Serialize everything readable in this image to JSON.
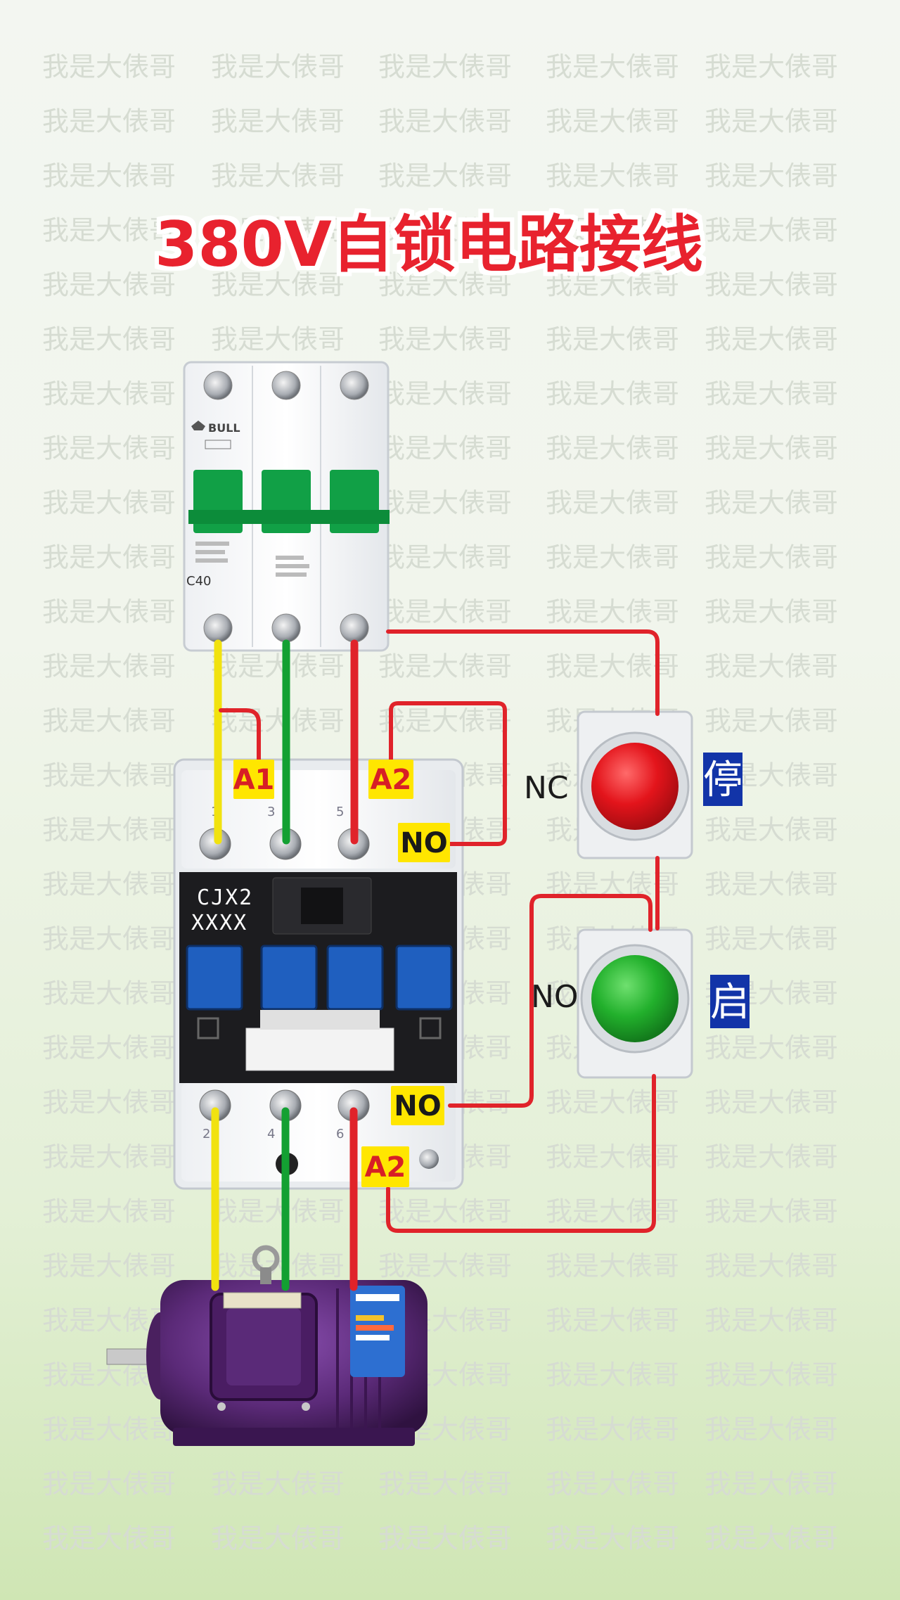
{
  "title": "380V自锁电路接线",
  "watermark": "我是大俵哥",
  "breaker": {
    "brand": "BULL",
    "rating": "C40"
  },
  "contactor": {
    "model_line1": "CJX2",
    "model_line2": "XXXX",
    "top_terminal_numbers": [
      "1",
      "3",
      "5"
    ],
    "bottom_terminal_numbers": [
      "2",
      "4",
      "6"
    ]
  },
  "tags": {
    "a1": "A1",
    "a2_top": "A2",
    "no_top": "NO",
    "no_bottom": "NO",
    "a2_bottom": "A2"
  },
  "stop_button": {
    "contact_label": "NC",
    "name": "停",
    "color": "#e3141b"
  },
  "start_button": {
    "contact_label": "NO",
    "name": "启",
    "color": "#22b02c"
  },
  "wire_colors": {
    "yellow": "#f1e20f",
    "green": "#13a032",
    "red": "#e0232a"
  },
  "colors": {
    "title_red": "#e8242e",
    "tag_yellow": "#ffe600",
    "label_blue": "#1234a8",
    "motor_purple": "#5b2a78"
  }
}
